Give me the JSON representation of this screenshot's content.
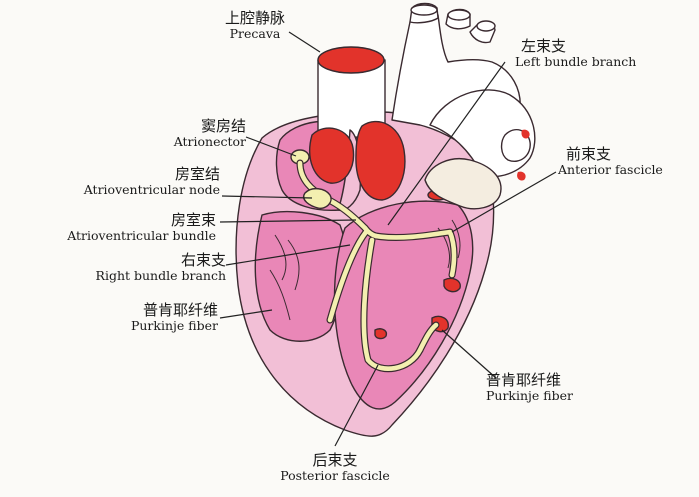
{
  "labels": {
    "precava": {
      "zh": "上腔静脉",
      "en": "Precava"
    },
    "sa_node": {
      "zh": "窦房结",
      "en": "Atrionector"
    },
    "av_node": {
      "zh": "房室结",
      "en": "Atrioventricular node"
    },
    "av_bundle": {
      "zh": "房室束",
      "en": "Atrioventricular bundle"
    },
    "right_bundle": {
      "zh": "右束支",
      "en": "Right bundle branch"
    },
    "purkinje_left": {
      "zh": "普肯耶纤维",
      "en": "Purkinje fiber"
    },
    "left_bundle": {
      "zh": "左束支",
      "en": "Left bundle branch"
    },
    "anterior_fascicle": {
      "zh": "前束支",
      "en": "Anterior fascicle"
    },
    "purkinje_right": {
      "zh": "普肯耶纤维",
      "en": "Purkinje fiber"
    },
    "posterior_fascicle": {
      "zh": "后束支",
      "en": "Posterior fascicle"
    }
  },
  "colors": {
    "myocardium": "#f2bfd6",
    "chamber": "#e987b7",
    "vessel_fill": "#ffffff",
    "red_opening": "#e2332b",
    "conduction": "#f3efb0",
    "outline": "#3a2a30",
    "leader": "#222222"
  }
}
